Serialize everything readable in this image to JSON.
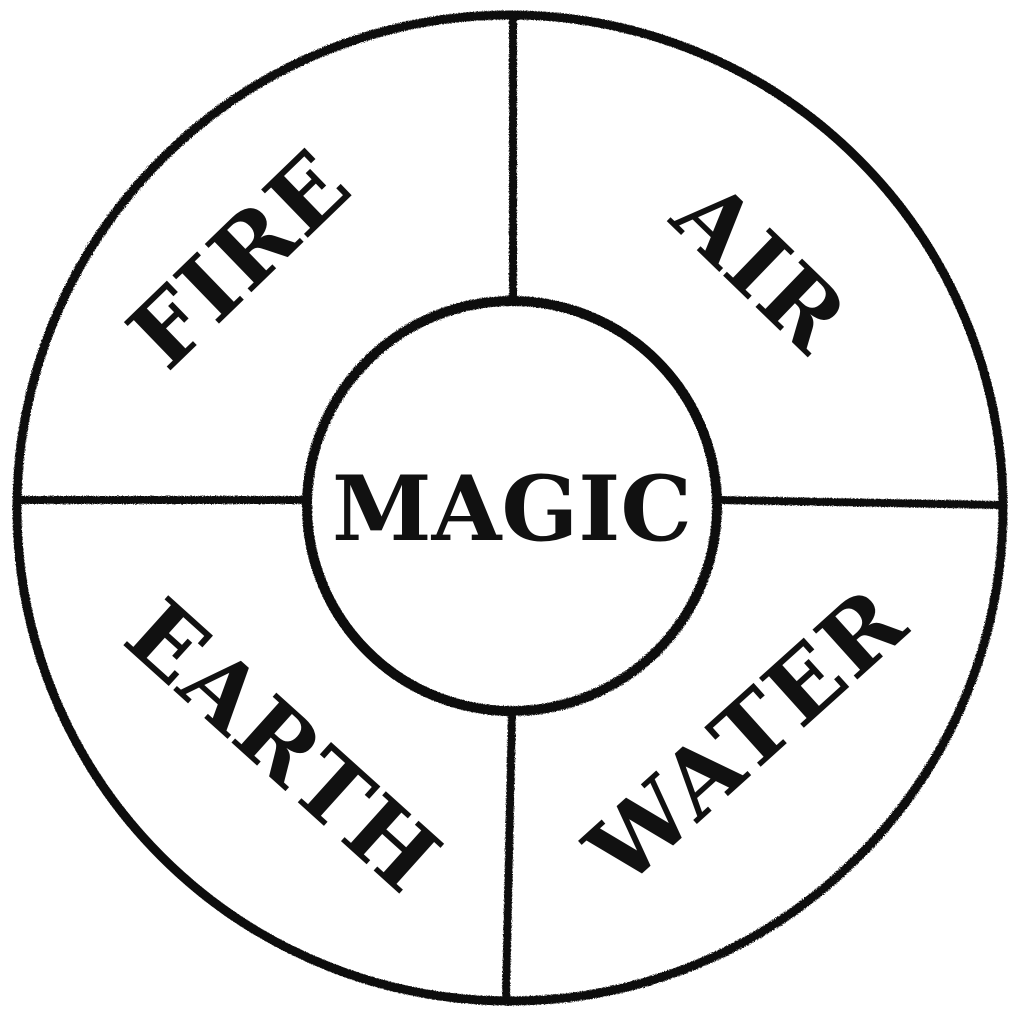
{
  "center": {
    "label": "MAGIC"
  },
  "quadrants": [
    {
      "id": "fire",
      "label": "FIRE"
    },
    {
      "id": "air",
      "label": "AIR"
    },
    {
      "id": "water",
      "label": "WATER"
    },
    {
      "id": "earth",
      "label": "EARTH"
    }
  ],
  "colors": {
    "ink": "#111111",
    "background": "#ffffff"
  }
}
